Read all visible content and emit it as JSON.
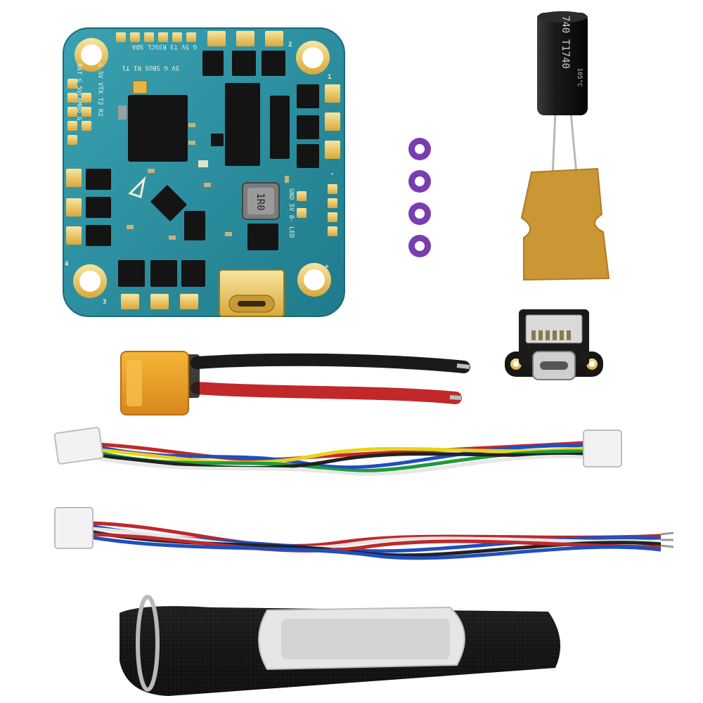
{
  "colors": {
    "background": "#ffffff",
    "pcb": "#2a8fa0",
    "pcb_dark": "#1d6f7d",
    "gold_pad": "#f2d27a",
    "chip": "#141414",
    "orange_connector": "#e8a020",
    "wire_red": "#c0282a",
    "wire_black": "#1a1a1a",
    "washer": "#7a3db0",
    "kapton_tape": "#c8922a",
    "capacitor": "#111111",
    "strap": "#151515"
  },
  "board": {
    "silkscreen": {
      "top_row": "G 5V T3 R3SCL SDA",
      "second_row": "5V G SBUS R1 T1",
      "left_col_1": "BAT G 5VCAMRO G",
      "left_col_2": "G 5V VTX T2 R2",
      "right_pads": "GND 5V B- LED",
      "inductor": "1R0",
      "corner_1": "1",
      "corner_2": "2",
      "corner_3": "3",
      "corner_4": "4",
      "plus": "+",
      "minus": "-"
    }
  },
  "capacitor": {
    "marking_top": "740 T1740",
    "marking_side": "105°C"
  },
  "items": [
    {
      "name": "flight-controller-board"
    },
    {
      "name": "electrolytic-capacitor"
    },
    {
      "name": "purple-washers",
      "count": 4
    },
    {
      "name": "kapton-tape"
    },
    {
      "name": "usb-c-adapter-board"
    },
    {
      "name": "xt30-power-lead"
    },
    {
      "name": "6-pin-cable"
    },
    {
      "name": "8-pin-cable"
    },
    {
      "name": "battery-strap"
    }
  ]
}
